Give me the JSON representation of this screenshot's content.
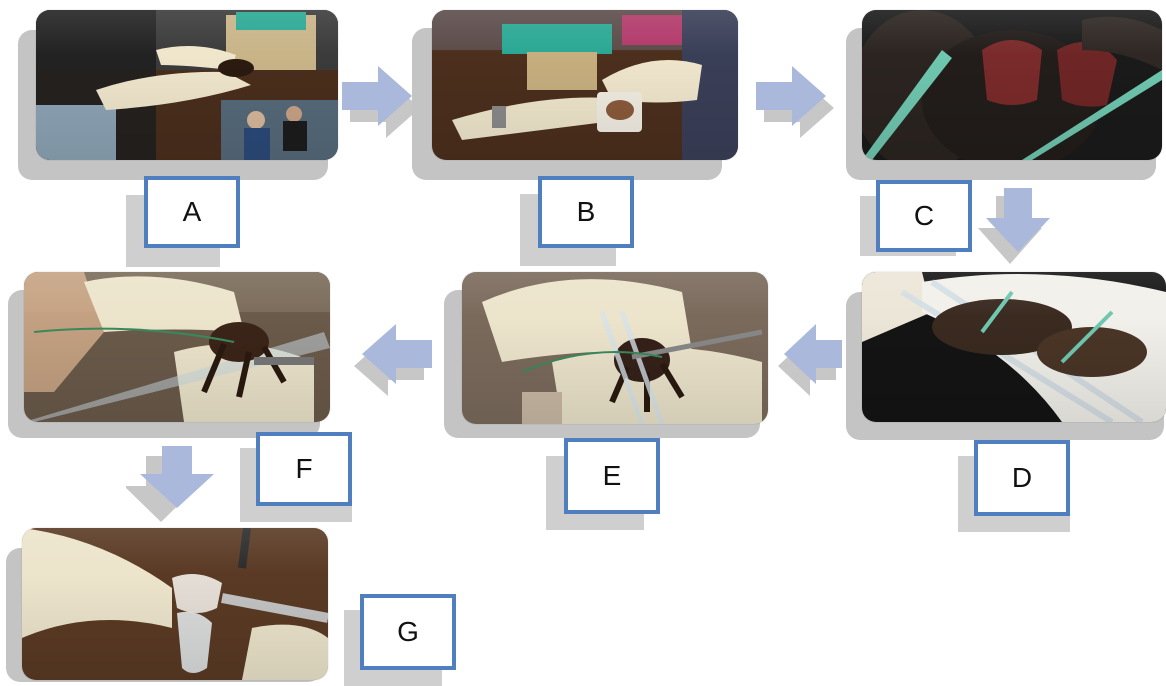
{
  "steps": [
    {
      "id": "A",
      "label": "A"
    },
    {
      "id": "B",
      "label": "B"
    },
    {
      "id": "C",
      "label": "C"
    },
    {
      "id": "D",
      "label": "D"
    },
    {
      "id": "E",
      "label": "E"
    },
    {
      "id": "F",
      "label": "F"
    },
    {
      "id": "G",
      "label": "G"
    }
  ],
  "colors": {
    "label_border": "#4f7fbf",
    "arrow_fill": "#a9b8db",
    "shadow": "#c4c4c4",
    "glove": "#e9dfc2",
    "wood": "#5a3a22"
  }
}
